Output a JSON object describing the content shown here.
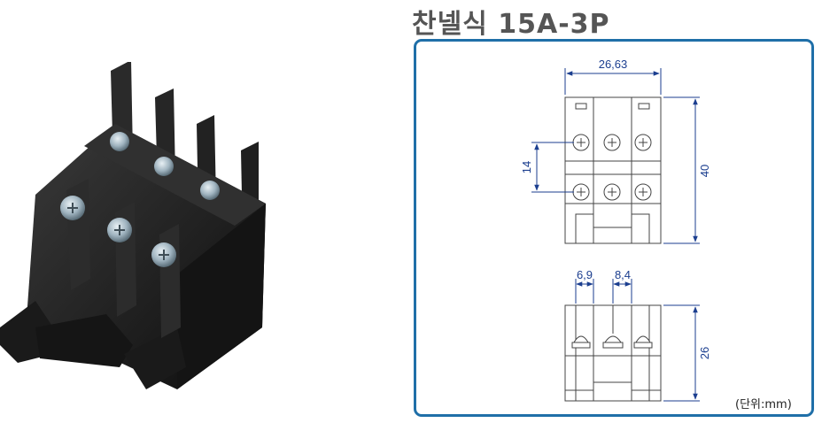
{
  "title": "찬넬식 15A-3P",
  "dimensions": {
    "width": "26,63",
    "height": "40",
    "pitch": "14",
    "side_width_1": "6,9",
    "side_width_2": "8,4",
    "side_height": "26"
  },
  "unit_label": "(단위:mm)",
  "colors": {
    "frame": "#1f6fa8",
    "dimension_line": "#1b3e8f",
    "product_body": "#1c1c1c"
  }
}
